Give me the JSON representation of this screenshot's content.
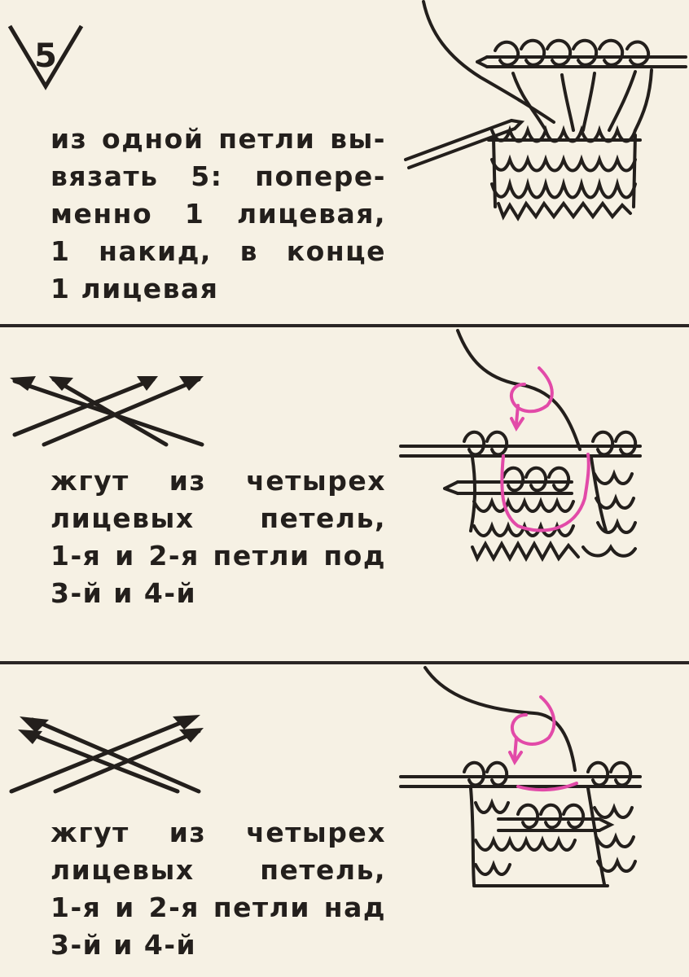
{
  "sections": [
    {
      "symbol_number": "5",
      "lines": [
        "из одной петли вы-",
        "вязать 5: попере-",
        "менно 1 лицевая,",
        "1 накид, в конце",
        "1 лицевая"
      ]
    },
    {
      "lines": [
        "жгут из четырех",
        "лицевых петель,",
        "1-я и 2-я петли под",
        "3-й и 4-й"
      ]
    },
    {
      "lines": [
        "жгут из четырех",
        "лицевых петель,",
        "1-я и 2-я петли над",
        "3-й и 4-й"
      ]
    }
  ],
  "colors": {
    "ink": "#231f1c",
    "paper": "#f6f1e4",
    "accent": "#e24aa8"
  },
  "icons": [
    "v-stitch-symbol",
    "cable-cross-left-symbol",
    "cable-cross-right-symbol",
    "knitting-needle-illustration"
  ]
}
